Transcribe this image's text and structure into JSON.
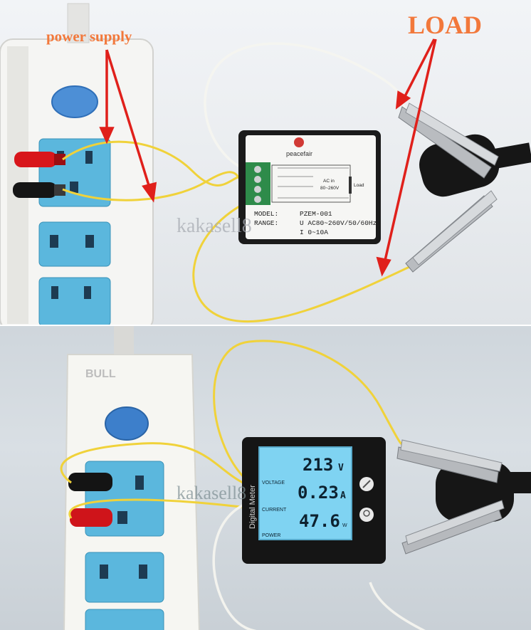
{
  "labels": {
    "power_supply": "power supply",
    "load": "LOAD"
  },
  "watermark": "kakasell8",
  "device_top": {
    "brand": "peacefair",
    "model_label": "MODEL:",
    "model_value": "PZEM-001",
    "range_label": "RANGE:",
    "range_u": "U  AC80~260V/50/60Hz",
    "range_i": "I  0~10A",
    "ac_in_line1": "AC in",
    "ac_in_line2": "80~260V",
    "load_label": "Load"
  },
  "device_bottom": {
    "side_label": "Digital Meter",
    "voltage_value": "213",
    "voltage_unit": "V",
    "voltage_label": "VOLTAGE",
    "current_value": "0.23",
    "current_unit": "A",
    "current_label": "CURRENT",
    "power_value": "47.6",
    "power_unit": "W",
    "power_label": "POWER"
  },
  "power_strip_brand": "BULL",
  "colors": {
    "annotation_orange": "#f2783b",
    "arrow_red": "#e0201b",
    "lcd_backlight": "#7fd3f2",
    "socket_blue": "#5bb7dd",
    "wire_yellow": "#f0d23a"
  }
}
